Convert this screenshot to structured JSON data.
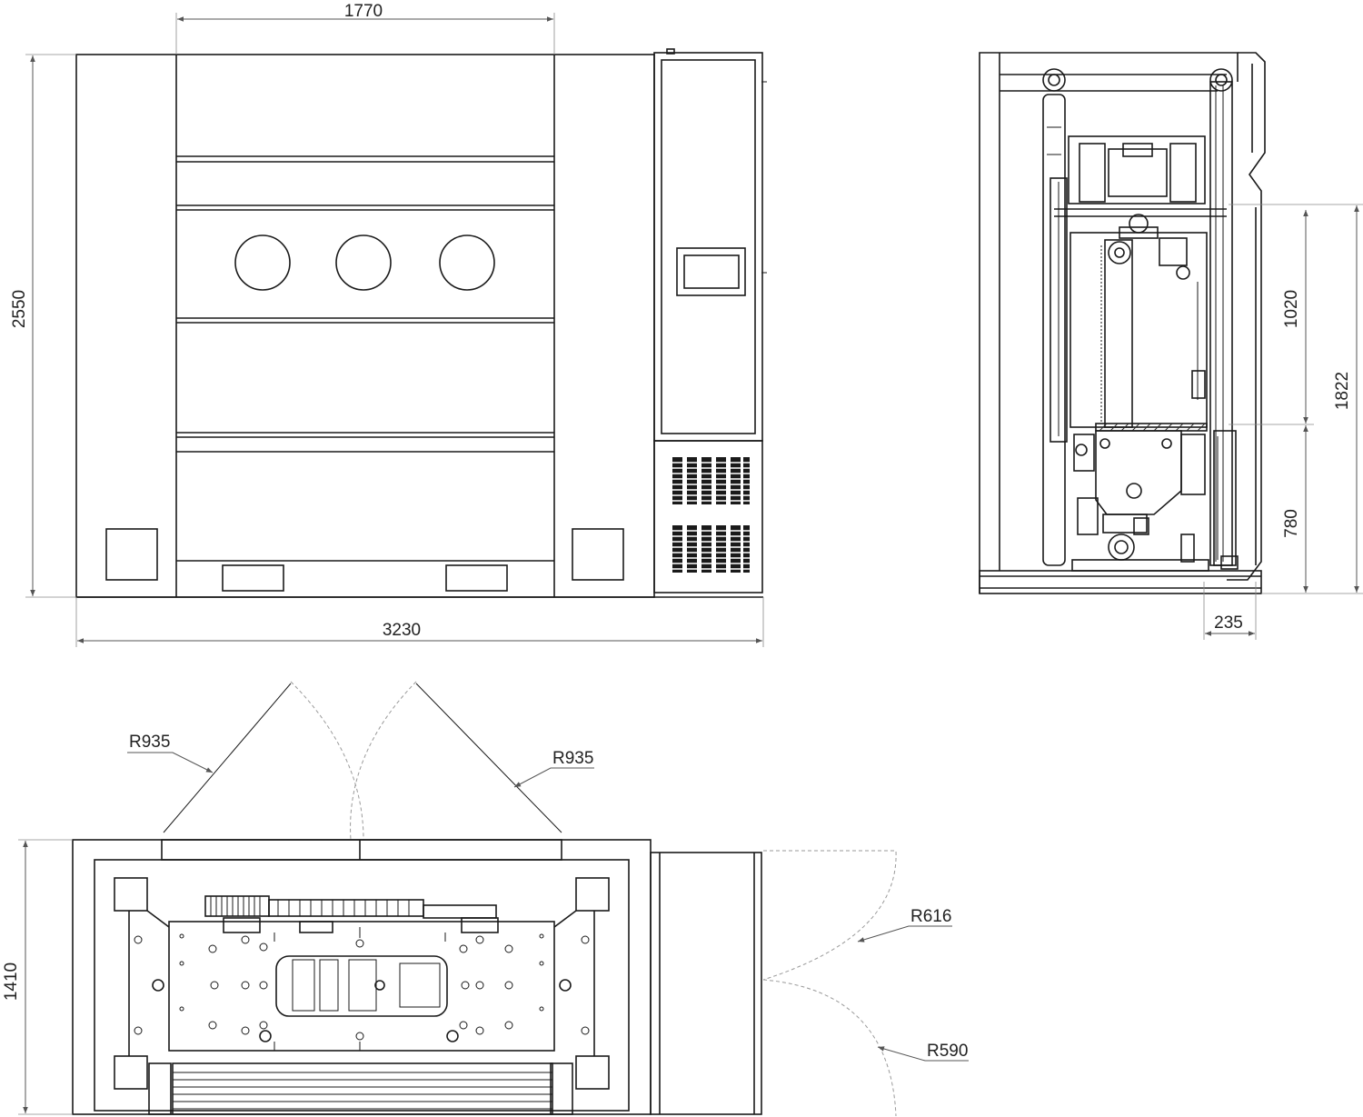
{
  "drawing": {
    "colors": {
      "line": "#1a1a1a",
      "dimension": "#555555",
      "door_swing": "#9a9a9a",
      "background": "#ffffff"
    },
    "front_view": {
      "dim_top_width": "1770",
      "dim_overall_width": "3230",
      "dim_overall_height": "2550"
    },
    "side_view": {
      "dim_upper": "1020",
      "dim_total": "1822",
      "dim_lower": "780",
      "dim_offset": "235"
    },
    "plan_view": {
      "dim_depth": "1410",
      "radius_left_door": "R935",
      "radius_right_door": "R935",
      "radius_cabinet_upper": "R616",
      "radius_cabinet_lower": "R590"
    }
  }
}
